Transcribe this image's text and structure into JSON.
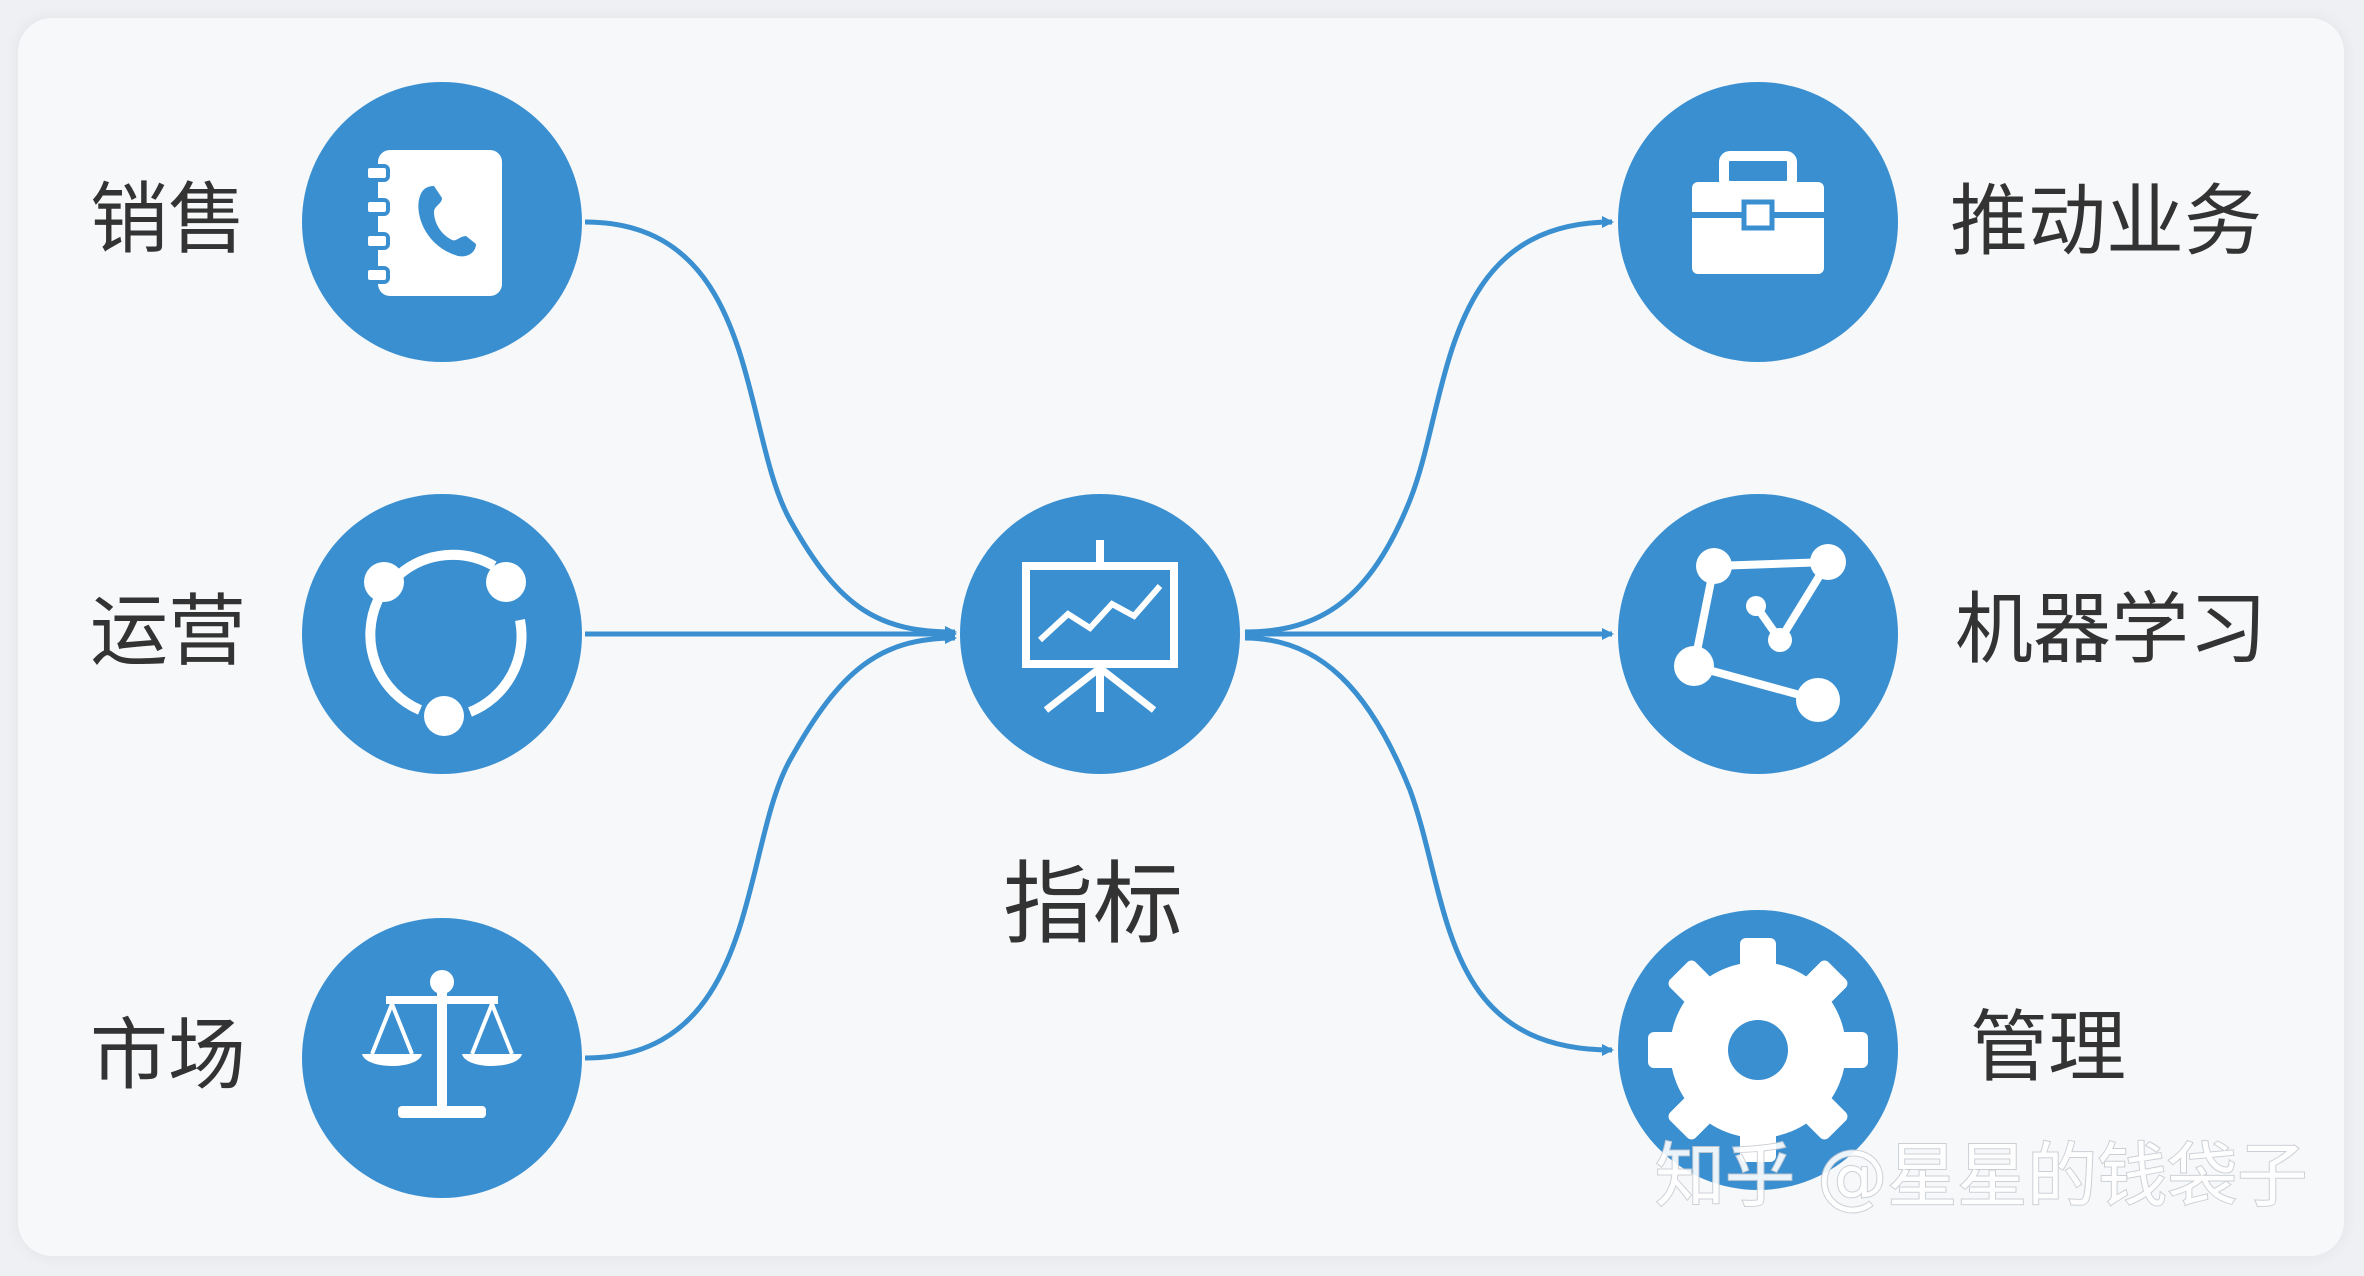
{
  "diagram": {
    "center": {
      "label": "指标",
      "icon": "presentation-chart-icon"
    },
    "inputs": [
      {
        "label": "销售",
        "icon": "phone-book-icon"
      },
      {
        "label": "运营",
        "icon": "cycle-icon"
      },
      {
        "label": "市场",
        "icon": "balance-scale-icon"
      }
    ],
    "outputs": [
      {
        "label": "推动业务",
        "icon": "briefcase-icon"
      },
      {
        "label": "机器学习",
        "icon": "network-graph-icon"
      },
      {
        "label": "管理",
        "icon": "gear-icon"
      }
    ],
    "colors": {
      "node": "#3a8fd0",
      "connector": "#3a8fd0",
      "icon": "#ffffff",
      "label": "#333333"
    }
  },
  "watermark": "知乎 @星星的钱袋子"
}
